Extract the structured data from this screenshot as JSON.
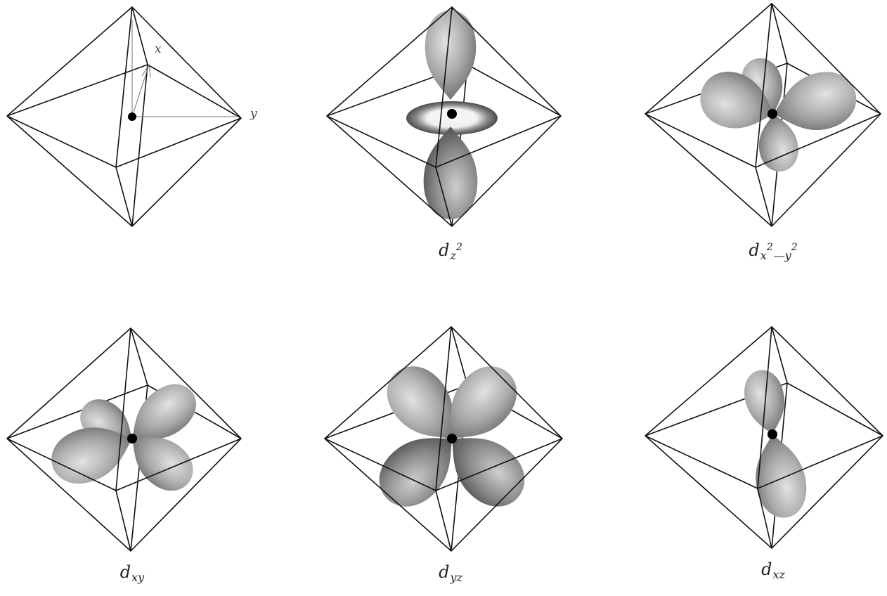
{
  "axis_labels": {
    "x": "x",
    "y": "y"
  },
  "panels": [
    {
      "id": "axes",
      "label_main": "",
      "label_sub": "",
      "label_sup": "",
      "label_sub2": "",
      "label_sup2": ""
    },
    {
      "id": "dz2",
      "label_main": "d",
      "label_sub": "z",
      "label_sup": "2"
    },
    {
      "id": "dx2y2",
      "label_main": "d",
      "label_sub": "x",
      "label_sup": "2",
      "label_sub2": "—y",
      "label_sup2": "2"
    },
    {
      "id": "dxy",
      "label_main": "d",
      "label_sub": "xy"
    },
    {
      "id": "dyz",
      "label_main": "d",
      "label_sub": "yz"
    },
    {
      "id": "dxz",
      "label_main": "d",
      "label_sub": "xz"
    }
  ],
  "colors": {
    "lines": "#111111",
    "lobe_light": "#d8d8d8",
    "lobe_dark": "#6e6e6e",
    "nucleus": "#000000"
  }
}
